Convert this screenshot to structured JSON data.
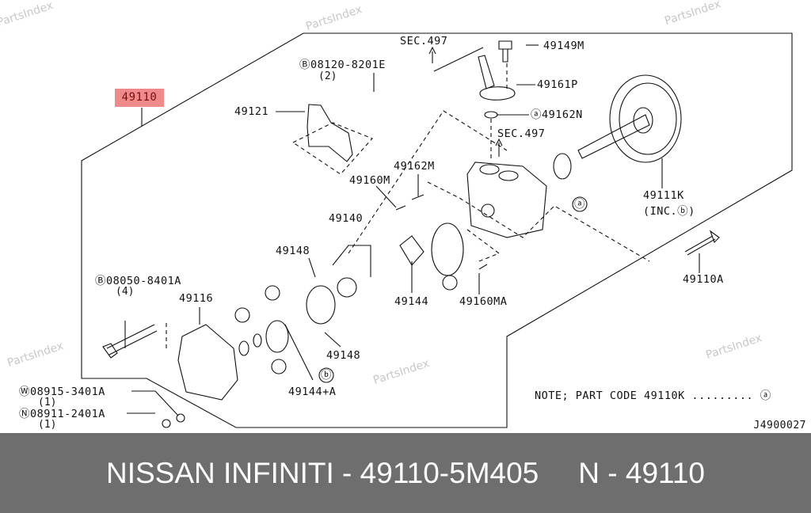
{
  "watermark": "PartsIndex",
  "highlighted_part": "49110",
  "labels": {
    "sec497_top": "SEC.497",
    "p49149M": "49149M",
    "bolt_08120": "Ⓑ08120-8201E",
    "bolt_08120_qty": "(2)",
    "p49161P": "49161P",
    "p49121": "49121",
    "p49162N": "ⓐ49162N",
    "sec497_mid": "SEC.497",
    "p49162M": "49162M",
    "p49160M": "49160M",
    "p49111K": "49111K",
    "p49111K_inc": "(INC.ⓑ)",
    "p49140": "49140",
    "p49148_a": "49148",
    "p49110A": "49110A",
    "bolt_08050": "Ⓑ08050-8401A",
    "bolt_08050_qty": "(4)",
    "p49116": "49116",
    "p49144": "49144",
    "p49160MA": "49160MA",
    "p49148_b": "49148",
    "p49144A": "49144+A",
    "washer_08915": "Ⓦ08915-3401A",
    "washer_qty": "(1)",
    "nut_08911": "Ⓝ08911-2401A",
    "nut_qty": "(1)",
    "note": "NOTE; PART CODE 49110K ......... ⓐ",
    "mark_a": "ⓐ",
    "mark_b": "ⓑ",
    "diagram_code": "J4900027"
  },
  "footer": {
    "title": "NISSAN INFINITI - 49110-5M405",
    "part_number": "N - 49110"
  }
}
